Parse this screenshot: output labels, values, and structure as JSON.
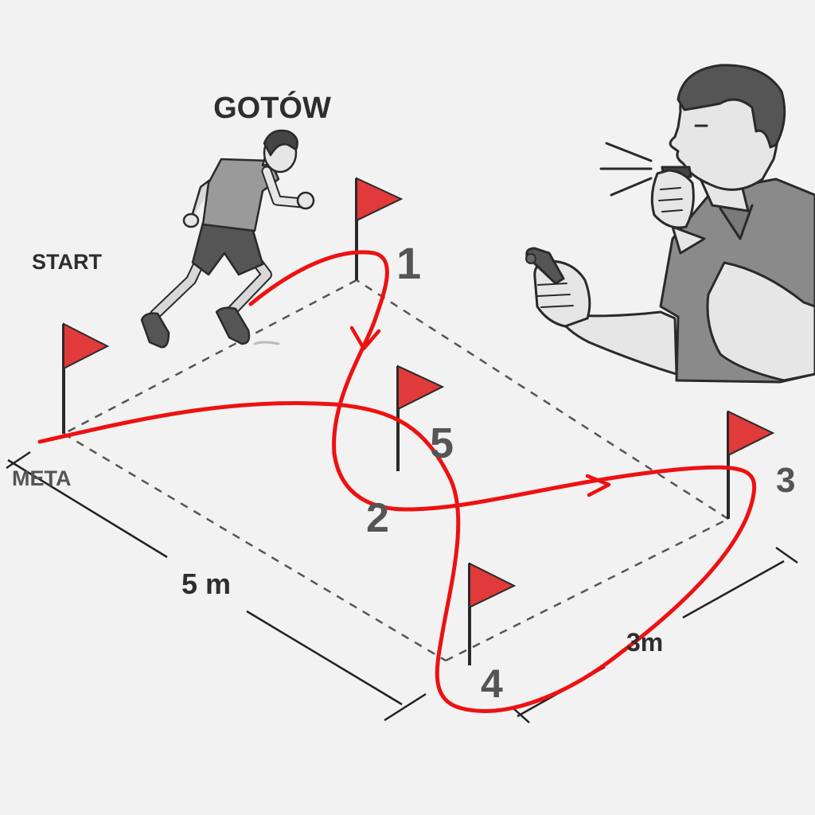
{
  "labels": {
    "ready": "GOTÓW",
    "start": "START",
    "finish": "META",
    "length_long": "5 m",
    "length_short": "3m"
  },
  "cones": [
    {
      "id": "1",
      "label": "1"
    },
    {
      "id": "2",
      "label": "2"
    },
    {
      "id": "3",
      "label": "3"
    },
    {
      "id": "4",
      "label": "4"
    },
    {
      "id": "5",
      "label": "5"
    }
  ],
  "colors": {
    "path": "#ee1111",
    "flag": "#e03a3a",
    "line": "#555555",
    "figure": "#8a8a8a",
    "outline": "#2a2a2a"
  },
  "icons": [
    "runner-figure",
    "referee-with-whistle",
    "stopwatch-icon",
    "flag-icon",
    "whistle-sound-icon"
  ]
}
